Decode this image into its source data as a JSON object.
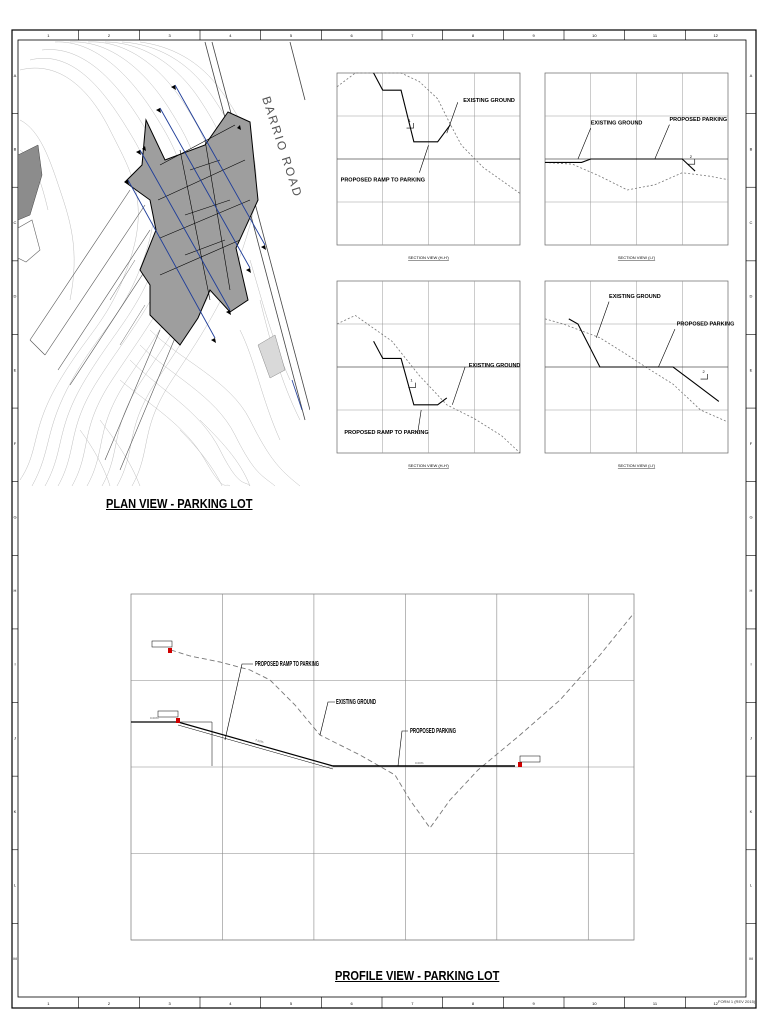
{
  "sheet": {
    "grid_columns": [
      "1",
      "2",
      "3",
      "4",
      "5",
      "6",
      "7",
      "8",
      "9",
      "10",
      "11",
      "12"
    ],
    "grid_rows": [
      "A",
      "B",
      "C",
      "D",
      "E",
      "F",
      "G",
      "H",
      "I",
      "J",
      "K",
      "L",
      "M"
    ],
    "form_code": "FORM 1 (REV 2015)"
  },
  "plan": {
    "title": "PLAN VIEW - PARKING LOT",
    "road_label": "BARRIO ROAD"
  },
  "sections": [
    {
      "caption": "SECTION VIEW (H-H')",
      "labels": [
        "EXISTING GROUND",
        "PROPOSED RAMP TO PARKING"
      ],
      "slope": "1"
    },
    {
      "caption": "SECTION VIEW (I-I')",
      "labels": [
        "EXISTING GROUND",
        "PROPOSED PARKING"
      ],
      "slope": "2"
    },
    {
      "caption": "SECTION VIEW (H-H')",
      "labels": [
        "EXISTING GROUND",
        "PROPOSED RAMP TO PARKING"
      ],
      "slope": "1"
    },
    {
      "caption": "SECTION VIEW (I-I')",
      "labels": [
        "EXISTING GROUND",
        "PROPOSED PARKING"
      ],
      "slope": "2"
    }
  ],
  "profile": {
    "title": "PROFILE VIEW - PARKING LOT",
    "labels": {
      "ramp": "PROPOSED RAMP TO PARKING",
      "existing": "EXISTING GROUND",
      "parking": "PROPOSED PARKING"
    },
    "grade_ramp": "7.60%",
    "grade_flat": "0.00%",
    "grade_start": "0.00%"
  }
}
